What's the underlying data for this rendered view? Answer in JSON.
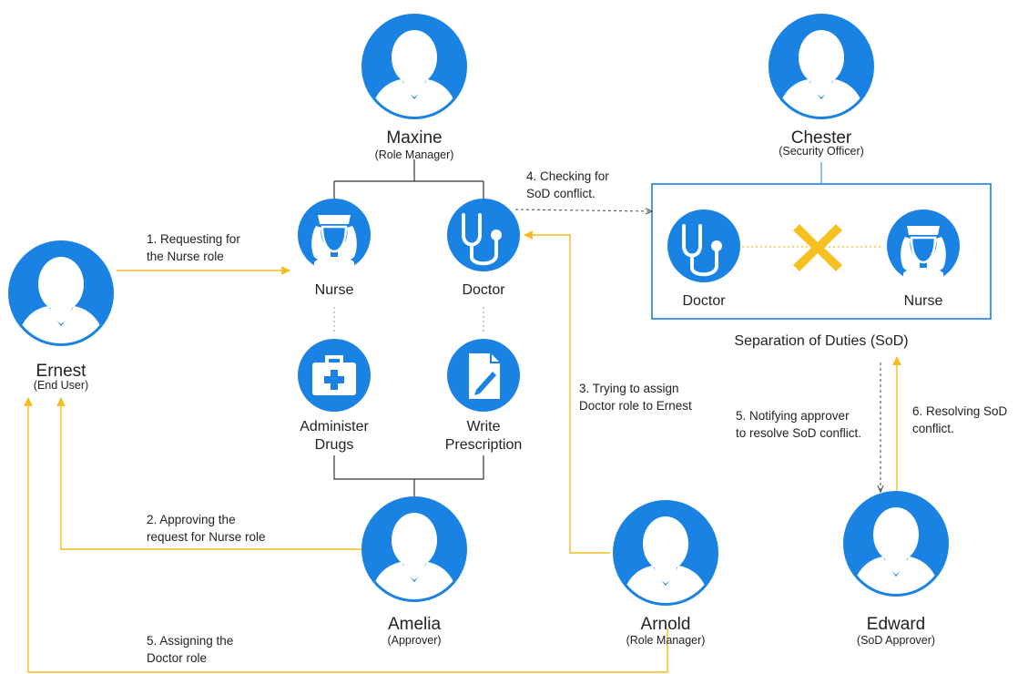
{
  "people": {
    "maxine": {
      "name": "Maxine",
      "role": "(Role Manager)"
    },
    "chester": {
      "name": "Chester",
      "role": "(Security Officer)"
    },
    "ernest": {
      "name": "Ernest",
      "role": "(End User)"
    },
    "amelia": {
      "name": "Amelia",
      "role": "(Approver)"
    },
    "arnold": {
      "name": "Arnold",
      "role": "(Role Manager)"
    },
    "edward": {
      "name": "Edward",
      "role": "(SoD Approver)"
    }
  },
  "roles": {
    "nurse": "Nurse",
    "doctor": "Doctor",
    "administer_drugs": [
      "Administer",
      "Drugs"
    ],
    "write_prescription": [
      "Write",
      "Prescription"
    ]
  },
  "sod": {
    "title": "Separation of Duties (SoD)",
    "doctor": "Doctor",
    "nurse": "Nurse"
  },
  "steps": {
    "s1": [
      "1. Requesting for",
      "the Nurse role"
    ],
    "s2": [
      "2. Approving the",
      "request for Nurse role"
    ],
    "s3": [
      "3. Trying to assign",
      "Doctor role to Ernest"
    ],
    "s4": [
      "4. Checking for",
      "SoD conflict."
    ],
    "s5a": [
      "5. Assigning the",
      "Doctor role"
    ],
    "s5b": [
      "5. Notifying approver",
      "to resolve SoD conflict."
    ],
    "s6": [
      "6. Resolving SoD",
      "conflict."
    ]
  },
  "colors": {
    "blue": "#1a82e2",
    "yellow": "#f7bb1d",
    "cross": "#f7c022",
    "box": "#1a82e2",
    "gray": "#555555"
  },
  "icons": {
    "person": "person-icon",
    "nurse": "nurse-icon",
    "doctor": "stethoscope-icon",
    "drugs": "medical-kit-icon",
    "prescription": "prescription-icon",
    "conflict": "cross-icon"
  }
}
